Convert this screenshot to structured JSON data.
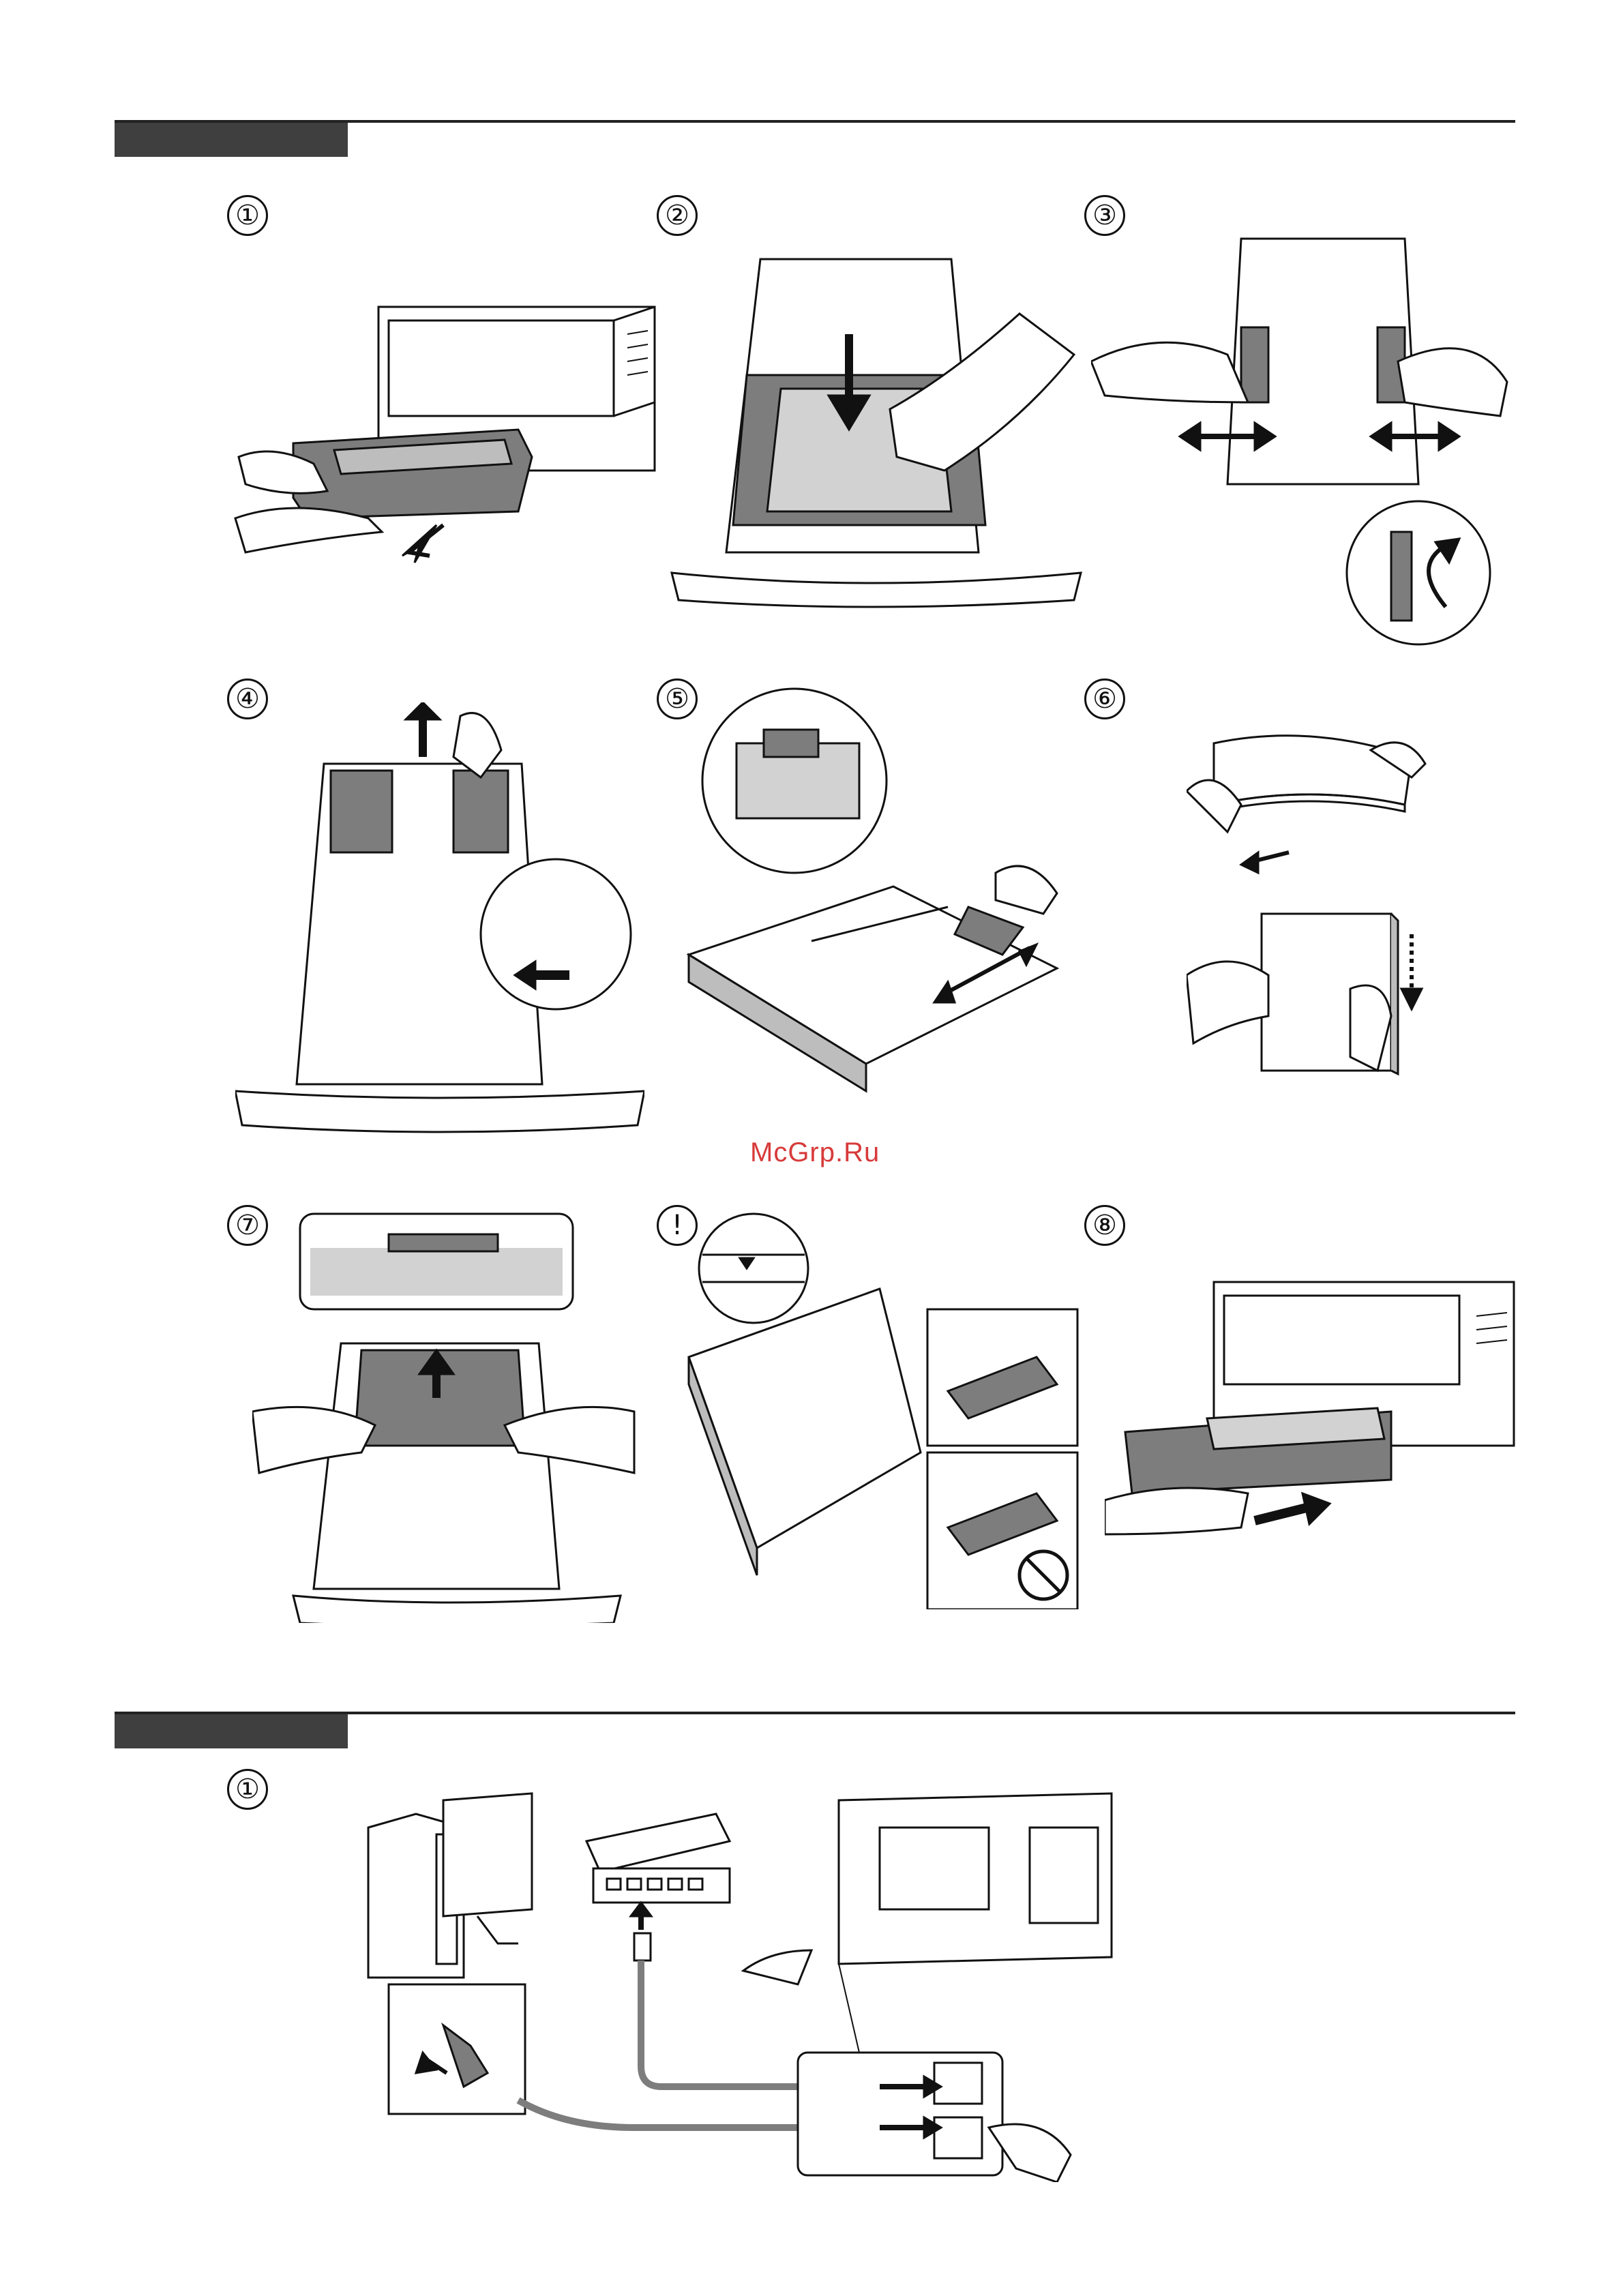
{
  "sections": [
    {
      "id": "paper-loading"
    },
    {
      "id": "connecting"
    }
  ],
  "steps": {
    "s1": "①",
    "s2": "②",
    "s3": "③",
    "s4": "④",
    "s5": "⑤",
    "s6": "⑥",
    "s7": "⑦",
    "caution": "!",
    "s8": "⑧",
    "c1": "①"
  },
  "watermark": "McGrp.Ru",
  "colors": {
    "bar": "#3f3f3f",
    "line": "#222222",
    "gray": "#7d7d7d",
    "lightgray": "#d2d2d2",
    "watermark": "#d83a3a"
  }
}
